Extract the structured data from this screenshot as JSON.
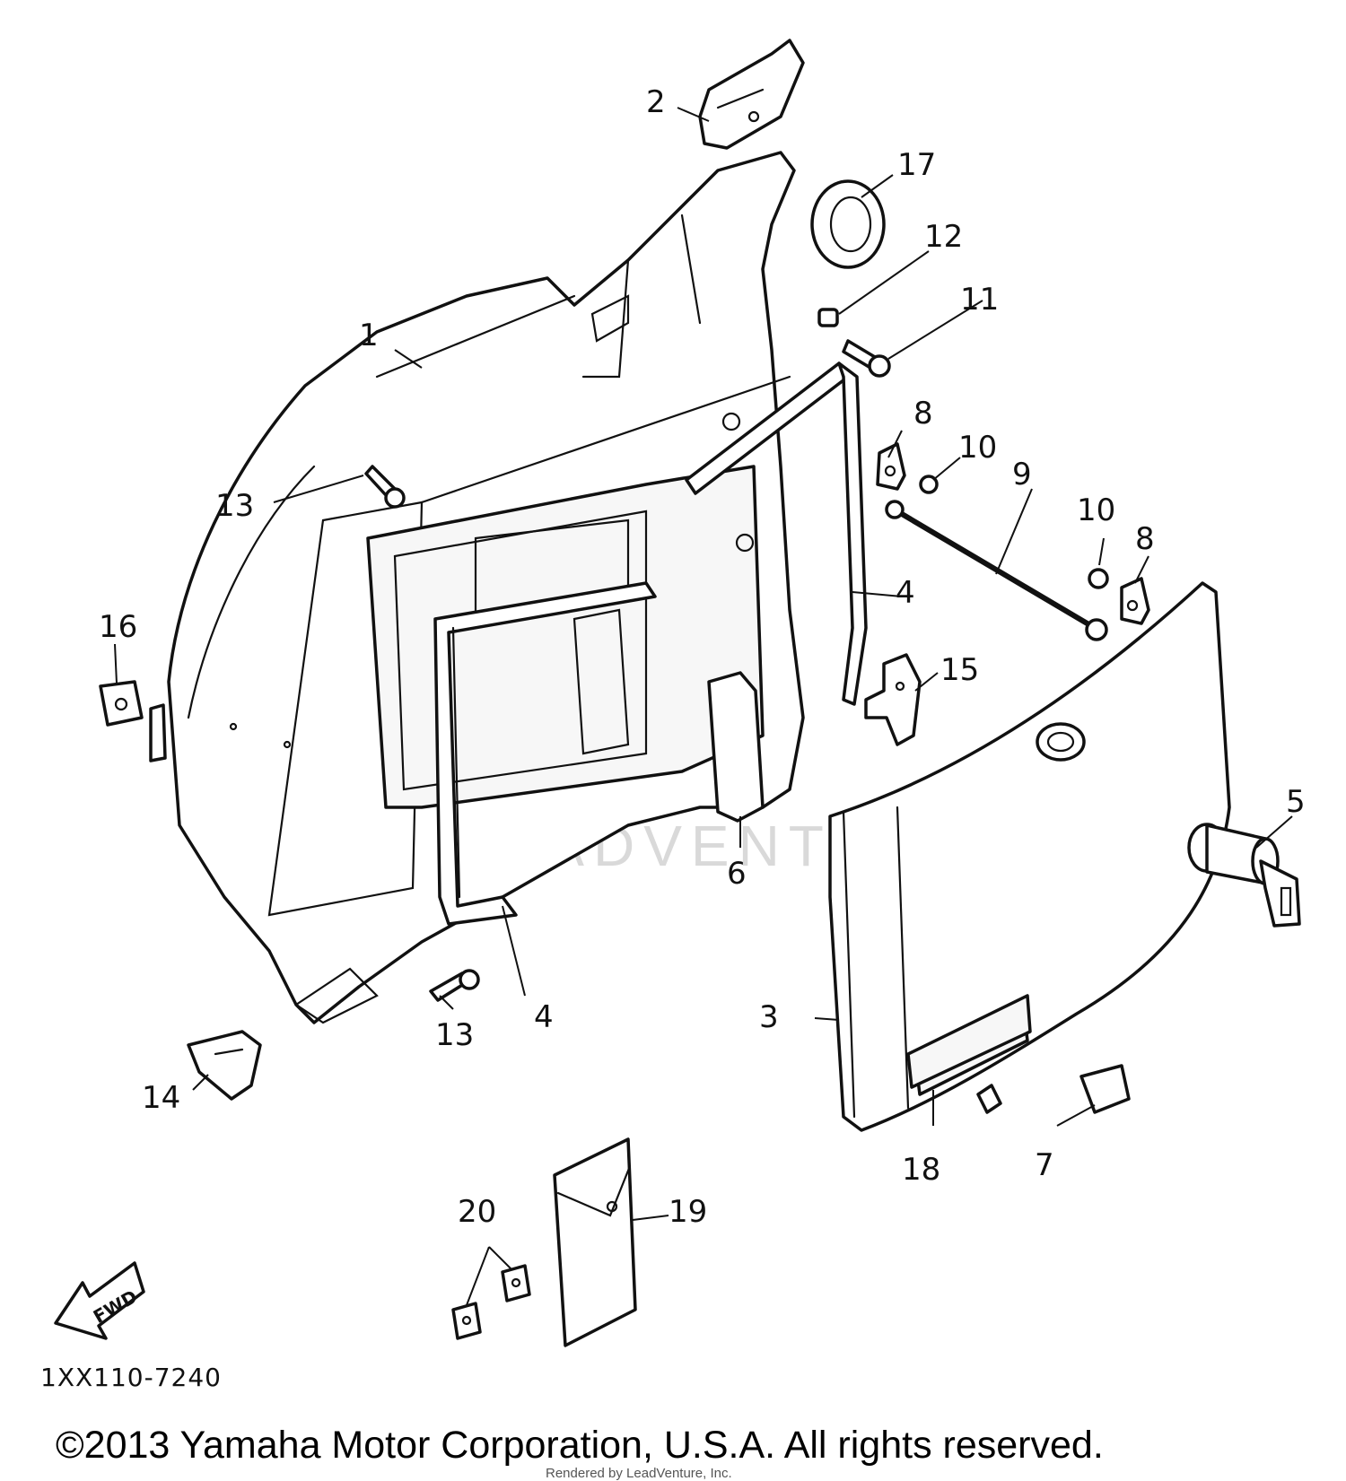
{
  "diagram": {
    "callouts": [
      "1",
      "2",
      "3",
      "4",
      "4",
      "5",
      "6",
      "7",
      "8",
      "8",
      "9",
      "10",
      "10",
      "11",
      "12",
      "13",
      "13",
      "14",
      "15",
      "16",
      "17",
      "18",
      "19",
      "20"
    ],
    "part_code": "1XX110-7240",
    "direction_arrow": "FWD",
    "copyright": "©2013 Yamaha Motor Corporation, U.S.A. All rights reserved.",
    "render_credit": "Rendered by LeadVenture, Inc.",
    "watermark": "LEADVENTURE"
  }
}
